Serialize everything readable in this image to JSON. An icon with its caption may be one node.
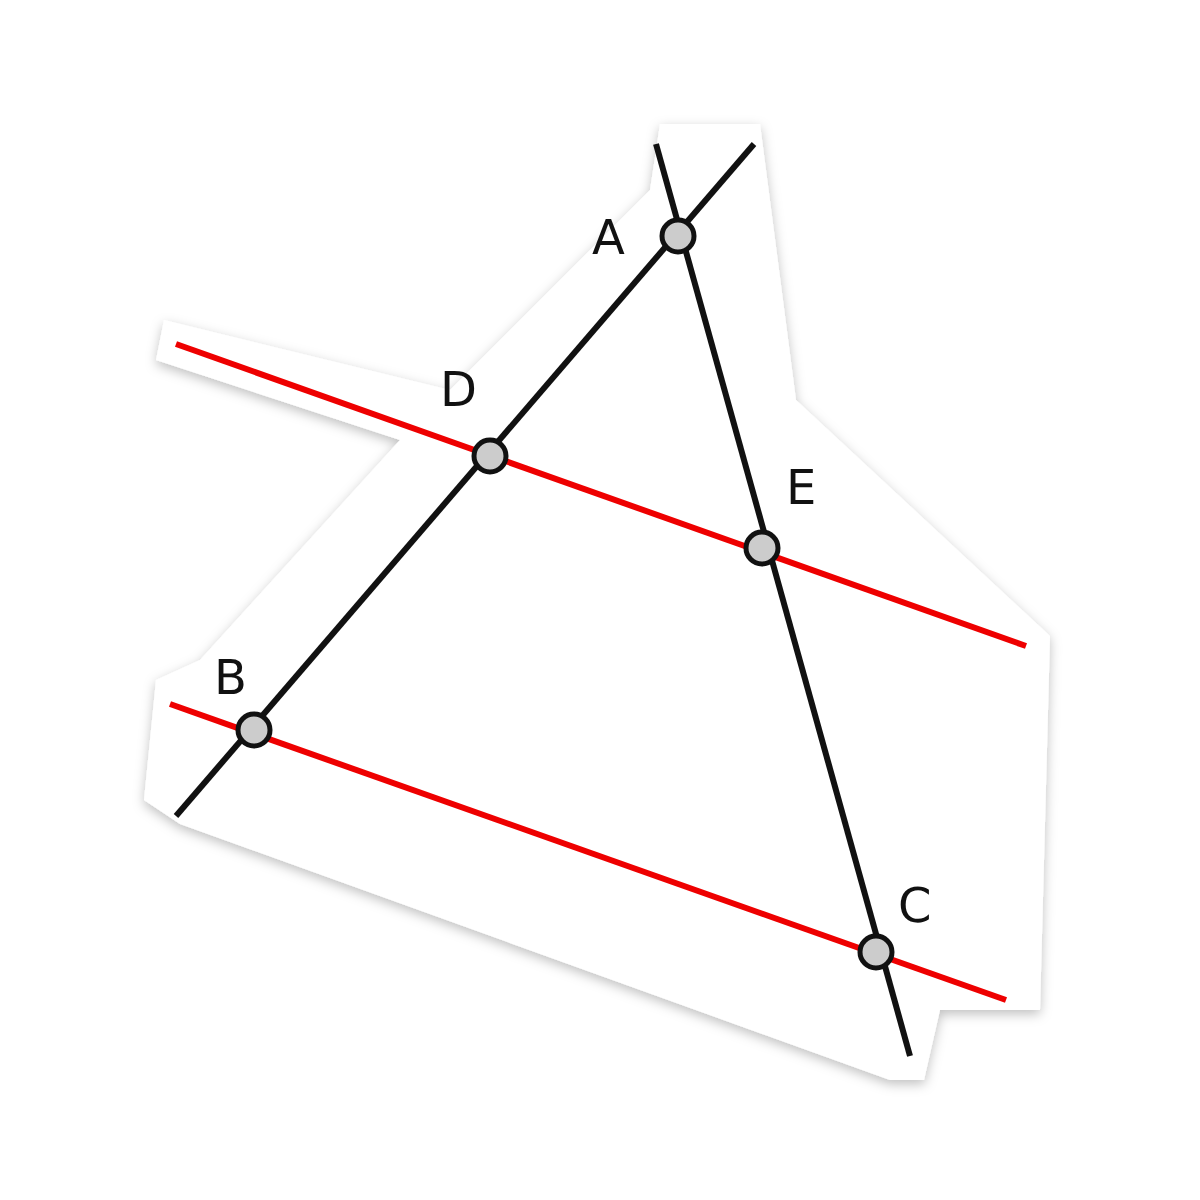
{
  "diagram": {
    "labels": [
      "A",
      "D",
      "E",
      "B",
      "C"
    ]
  }
}
